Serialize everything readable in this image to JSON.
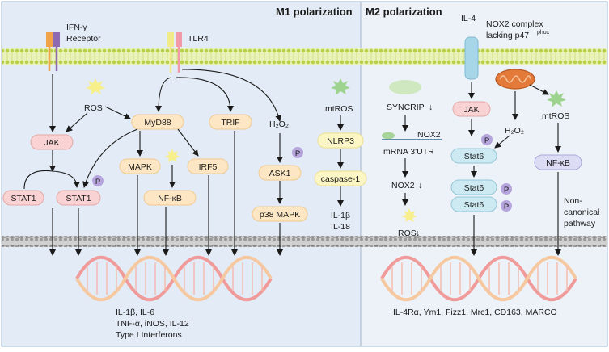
{
  "headers": {
    "m1": "M1 polarization",
    "m2": "M2 polarization"
  },
  "m1": {
    "ifn_receptor": [
      "IFN-γ",
      "Receptor"
    ],
    "tlr4": "TLR4",
    "ros": "ROS",
    "jak": "JAK",
    "stat1_left": "STAT1",
    "stat1_right": "STAT1",
    "myd88": "MyD88",
    "mapk": "MAPK",
    "nfkb": "NF-κB",
    "irf5": "IRF5",
    "trif": "TRIF",
    "h2o2": "H₂O₂",
    "ask1": "ASK1",
    "p38": "p38 MAPK",
    "mtros": "mtROS",
    "nlrp3": "NLRP3",
    "caspase1": "caspase-1",
    "il1b": "IL-1β",
    "il18": "IL-18",
    "phospho": "P",
    "outputs": [
      "IL-1β, IL-6",
      "TNF-α, iNOS, IL-12",
      "Type I Interferons"
    ]
  },
  "m2": {
    "il4": "IL-4",
    "nox2_complex": [
      "NOX2 complex",
      "lacking p47"
    ],
    "phox": "phox",
    "syncrip": "SYNCRIP",
    "nox2": "NOX2",
    "mrna": "mRNA 3'UTR",
    "nox2_down": "NOX2",
    "ros": "ROS",
    "jak": "JAK",
    "h2o2": "H₂O₂",
    "mtros": "mtROS",
    "stat6": "Stat6",
    "stat6_a": "Stat6",
    "stat6_b": "Stat6",
    "nfkb": "NF-κB",
    "noncanonical": [
      "Non-",
      "canonical",
      "pathway"
    ],
    "phospho": "P",
    "outputs": "IL-4Rα, Ym1, Fizz1, Mrc1, CD163, MARCO"
  }
}
